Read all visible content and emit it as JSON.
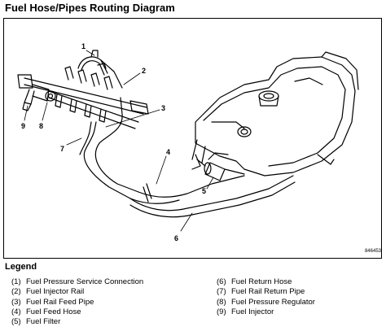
{
  "title": "Fuel Hose/Pipes Routing Diagram",
  "figure_number": "846453",
  "callouts": [
    "1",
    "2",
    "3",
    "4",
    "5",
    "6",
    "7",
    "8",
    "9"
  ],
  "legend": {
    "heading": "Legend",
    "items": [
      {
        "num": "(1)",
        "label": "Fuel Pressure Service Connection"
      },
      {
        "num": "(2)",
        "label": "Fuel Injector Rail"
      },
      {
        "num": "(3)",
        "label": "Fuel Rail Feed Pipe"
      },
      {
        "num": "(4)",
        "label": "Fuel Feed Hose"
      },
      {
        "num": "(5)",
        "label": "Fuel Filter"
      },
      {
        "num": "(6)",
        "label": "Fuel Return Hose"
      },
      {
        "num": "(7)",
        "label": "Fuel Rail Return Pipe"
      },
      {
        "num": "(8)",
        "label": "Fuel Pressure Regulator"
      },
      {
        "num": "(9)",
        "label": "Fuel Injector"
      }
    ]
  }
}
